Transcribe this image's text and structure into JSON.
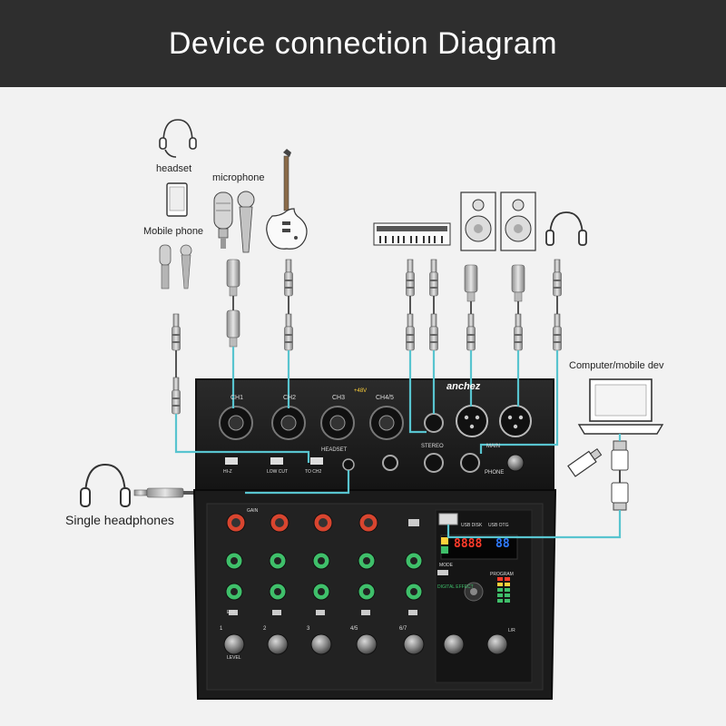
{
  "title": "Device connection Diagram",
  "labels": {
    "headset": "headset",
    "microphone": "microphone",
    "mobile_phone": "Mobile phone",
    "computer": "Computer/mobile dev",
    "single_headphones": "Single headphones"
  },
  "mixer": {
    "brand": "anchez",
    "top_channels": [
      "CH1",
      "CH2",
      "CH3",
      "CH4/5"
    ],
    "phantom": "+48V",
    "stereo": "STEREO",
    "main": "MAIN",
    "phone": "PHONE",
    "headset": "HEADSET",
    "to_ch2": "TO CH2",
    "hi_z": "HI-Z",
    "low_cut": "LOW CUT",
    "channel_numbers": [
      "1",
      "2",
      "3",
      "4/5",
      "6/7"
    ],
    "level": "LEVEL",
    "gain": "GAIN",
    "eff": "EFF",
    "mode": "MODE",
    "digital_effect": "DIGITAL EFFECT",
    "program": "PROGRAM",
    "display": "8888",
    "display2": "88",
    "usb_disk": "USB DISK",
    "usb_otg": "USB OTG",
    "lr": "L/R"
  },
  "colors": {
    "banner": "#2e2e2e",
    "mixer_body": "#1e1e1e",
    "mixer_panel": "#2a2a2a",
    "cable": "#58c4cf",
    "knob_green": "#3fbf6a",
    "knob_red": "#d8452f",
    "display_red": "#ff3b2a",
    "display_blue": "#2f7bff"
  }
}
